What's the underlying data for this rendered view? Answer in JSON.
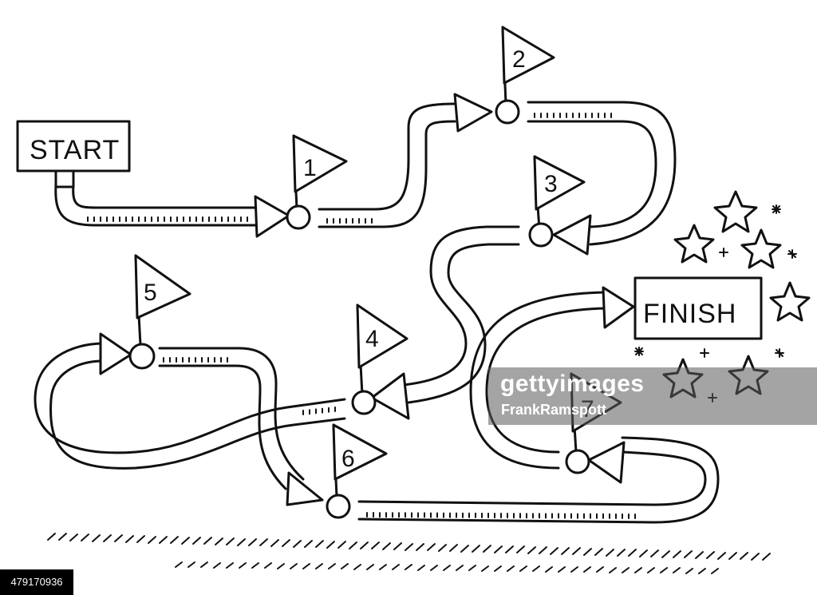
{
  "start_label": "START",
  "finish_label": "FINISH",
  "flags": [
    "1",
    "2",
    "3",
    "4",
    "5",
    "6",
    "7"
  ],
  "watermark": {
    "brand": "gettyimages",
    "credit": "FrankRamspott"
  },
  "image_id": "479170936",
  "colors": {
    "ink": "#111111",
    "background": "#ffffff",
    "watermark_band": "#5a5a5a",
    "id_badge": "#000000"
  }
}
